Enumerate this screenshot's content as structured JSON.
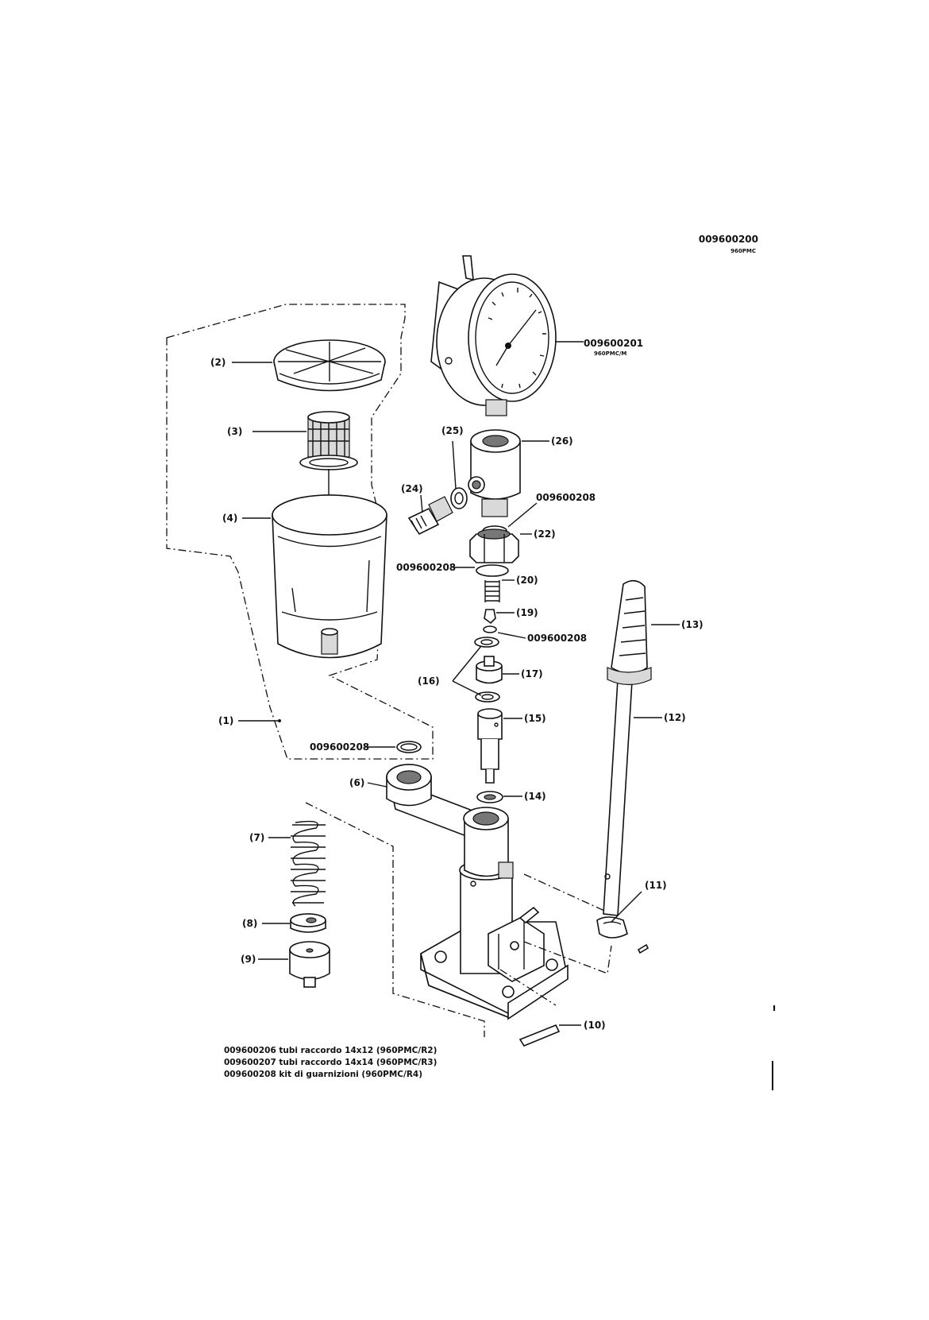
{
  "header": {
    "code": "009600200",
    "model": "960PMC"
  },
  "gauge": {
    "code": "009600201",
    "model": "960PMC/M"
  },
  "parts": {
    "p1": "(1)",
    "p2": "(2)",
    "p3": "(3)",
    "p4": "(4)",
    "p6": "(6)",
    "p7": "(7)",
    "p8": "(8)",
    "p9": "(9)",
    "p10": "(10)",
    "p11": "(11)",
    "p12": "(12)",
    "p13": "(13)",
    "p14": "(14)",
    "p15": "(15)",
    "p16": "(16)",
    "p17": "(17)",
    "p19": "(19)",
    "p20": "(20)",
    "p22": "(22)",
    "p24": "(24)",
    "p25": "(25)",
    "p26": "(26)"
  },
  "seal_code": "009600208",
  "notes": [
    "009600206 tubi raccordo 14x12 (960PMC/R2)",
    "009600207 tubi raccordo 14x14 (960PMC/R3)",
    "009600208 kit di guarnizioni (960PMC/R4)"
  ],
  "margin_mark": "ı"
}
